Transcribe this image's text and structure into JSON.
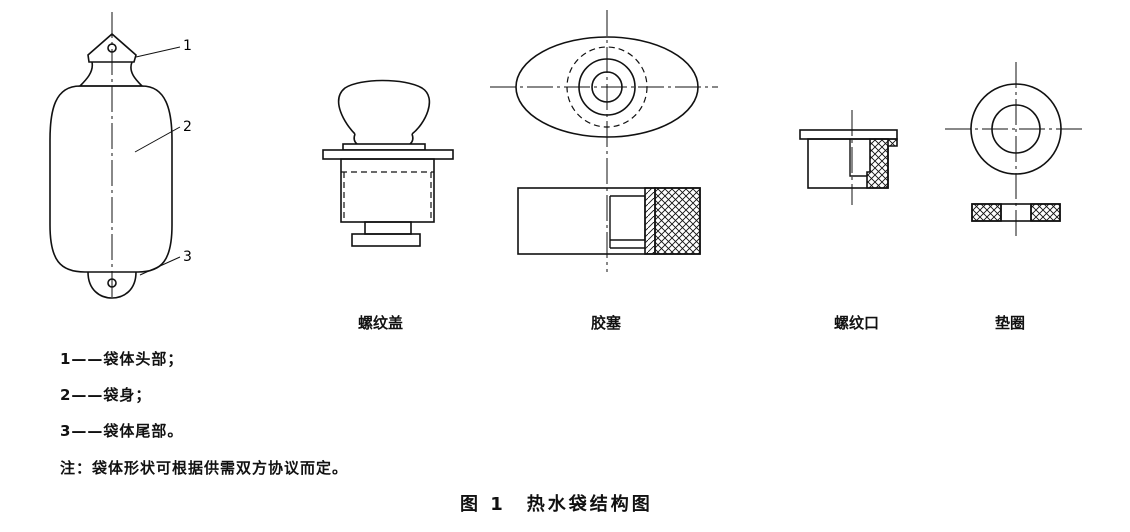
{
  "callouts": [
    "1",
    "2",
    "3"
  ],
  "part_labels": {
    "screw_cap": "螺纹盖",
    "rubber_plug": "胶塞",
    "screw_port": "螺纹口",
    "gasket": "垫圈"
  },
  "legend": [
    "1——袋体头部；",
    "2——袋身；",
    "3——袋体尾部。"
  ],
  "note": "注：袋体形状可根据供需双方协议而定。",
  "caption": "图 1　热水袋结构图"
}
